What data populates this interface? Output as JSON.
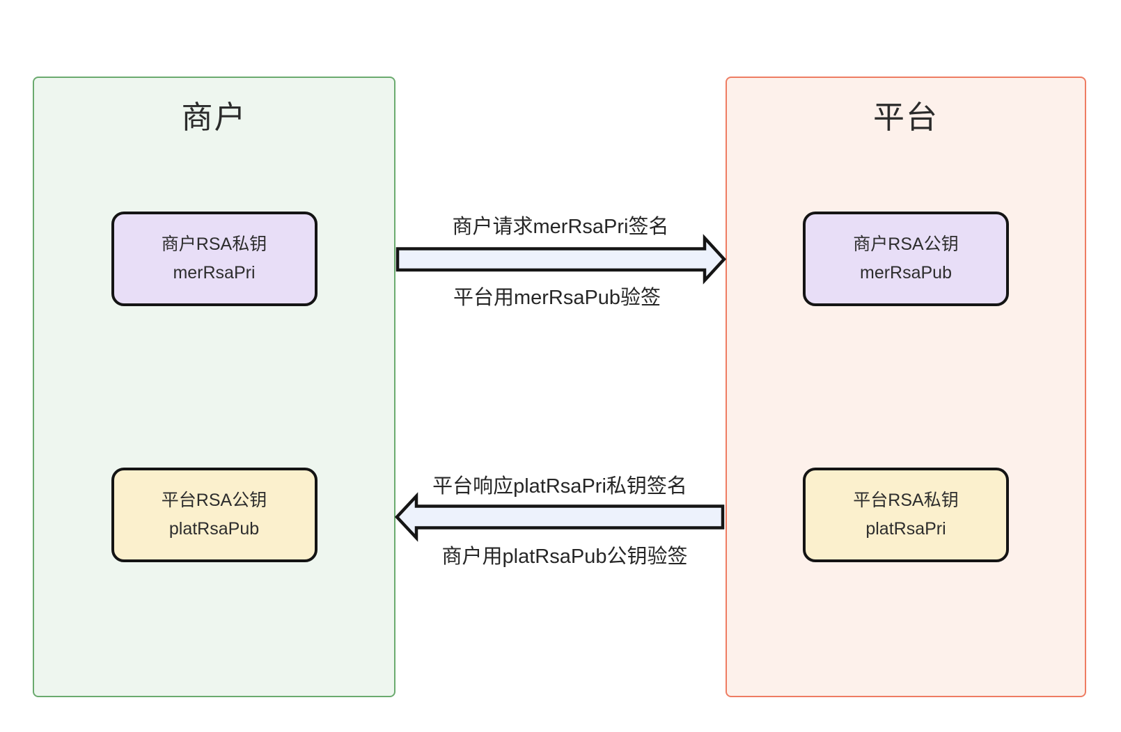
{
  "merchant": {
    "title": "商户",
    "boxes": [
      {
        "name": "商户RSA私钥",
        "key": "merRsaPri"
      },
      {
        "name": "平台RSA公钥",
        "key": "platRsaPub"
      }
    ]
  },
  "platform": {
    "title": "平台",
    "boxes": [
      {
        "name": "商户RSA公钥",
        "key": "merRsaPub"
      },
      {
        "name": "平台RSA私钥",
        "key": "platRsaPri"
      }
    ]
  },
  "arrows": [
    {
      "direction": "left-to-right",
      "label_above": "商户请求merRsaPri签名",
      "label_below": "平台用merRsaPub验签"
    },
    {
      "direction": "right-to-left",
      "label_above": "平台响应platRsaPri私钥签名",
      "label_below": "商户用platRsaPub公钥验签"
    }
  ],
  "colors": {
    "merchant_container_border": "#6aaa6e",
    "merchant_container_fill": "#eef6ef",
    "platform_container_border": "#ee7c62",
    "platform_container_fill": "#fdf1eb",
    "merchant_key_node_fill": "#e8def7",
    "platform_key_node_fill": "#fbf0cd",
    "node_border": "#141414",
    "arrow_fill": "#edf2fc",
    "arrow_border": "#151515",
    "text": "#262626"
  }
}
